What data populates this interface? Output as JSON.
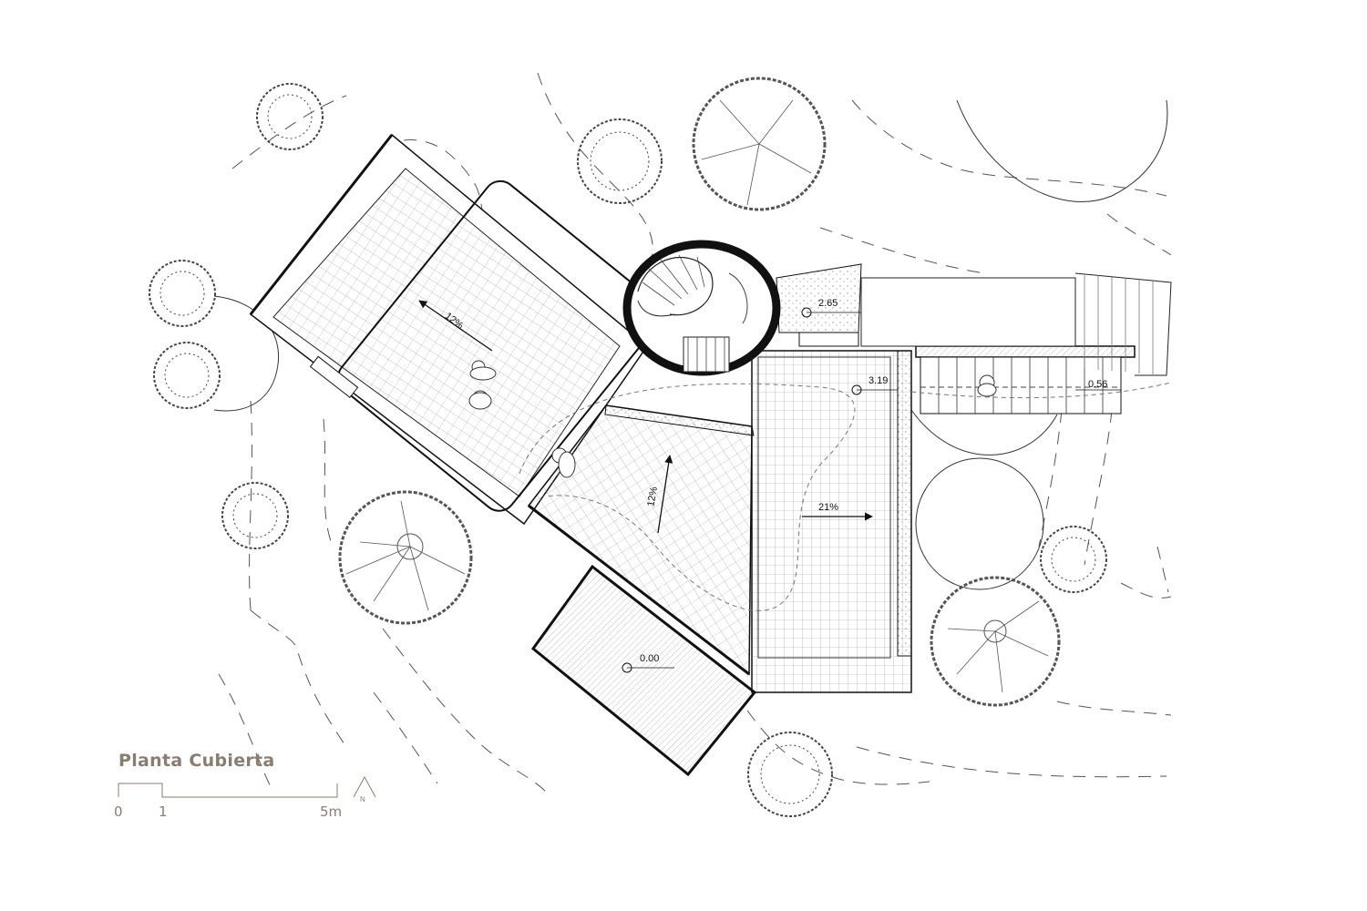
{
  "drawing": {
    "title": "Planta Cubierta",
    "north_label": "N",
    "scale_bar": {
      "labels": [
        "0",
        "1",
        "5m"
      ]
    },
    "slopes": [
      "12%",
      "12%",
      "21%"
    ],
    "levels": [
      "2.65",
      "3.19",
      "0.56",
      "0.00"
    ]
  },
  "colors": {
    "ink": "#1a1a1a",
    "title": "#8a7c6e",
    "dash": "#555555"
  }
}
